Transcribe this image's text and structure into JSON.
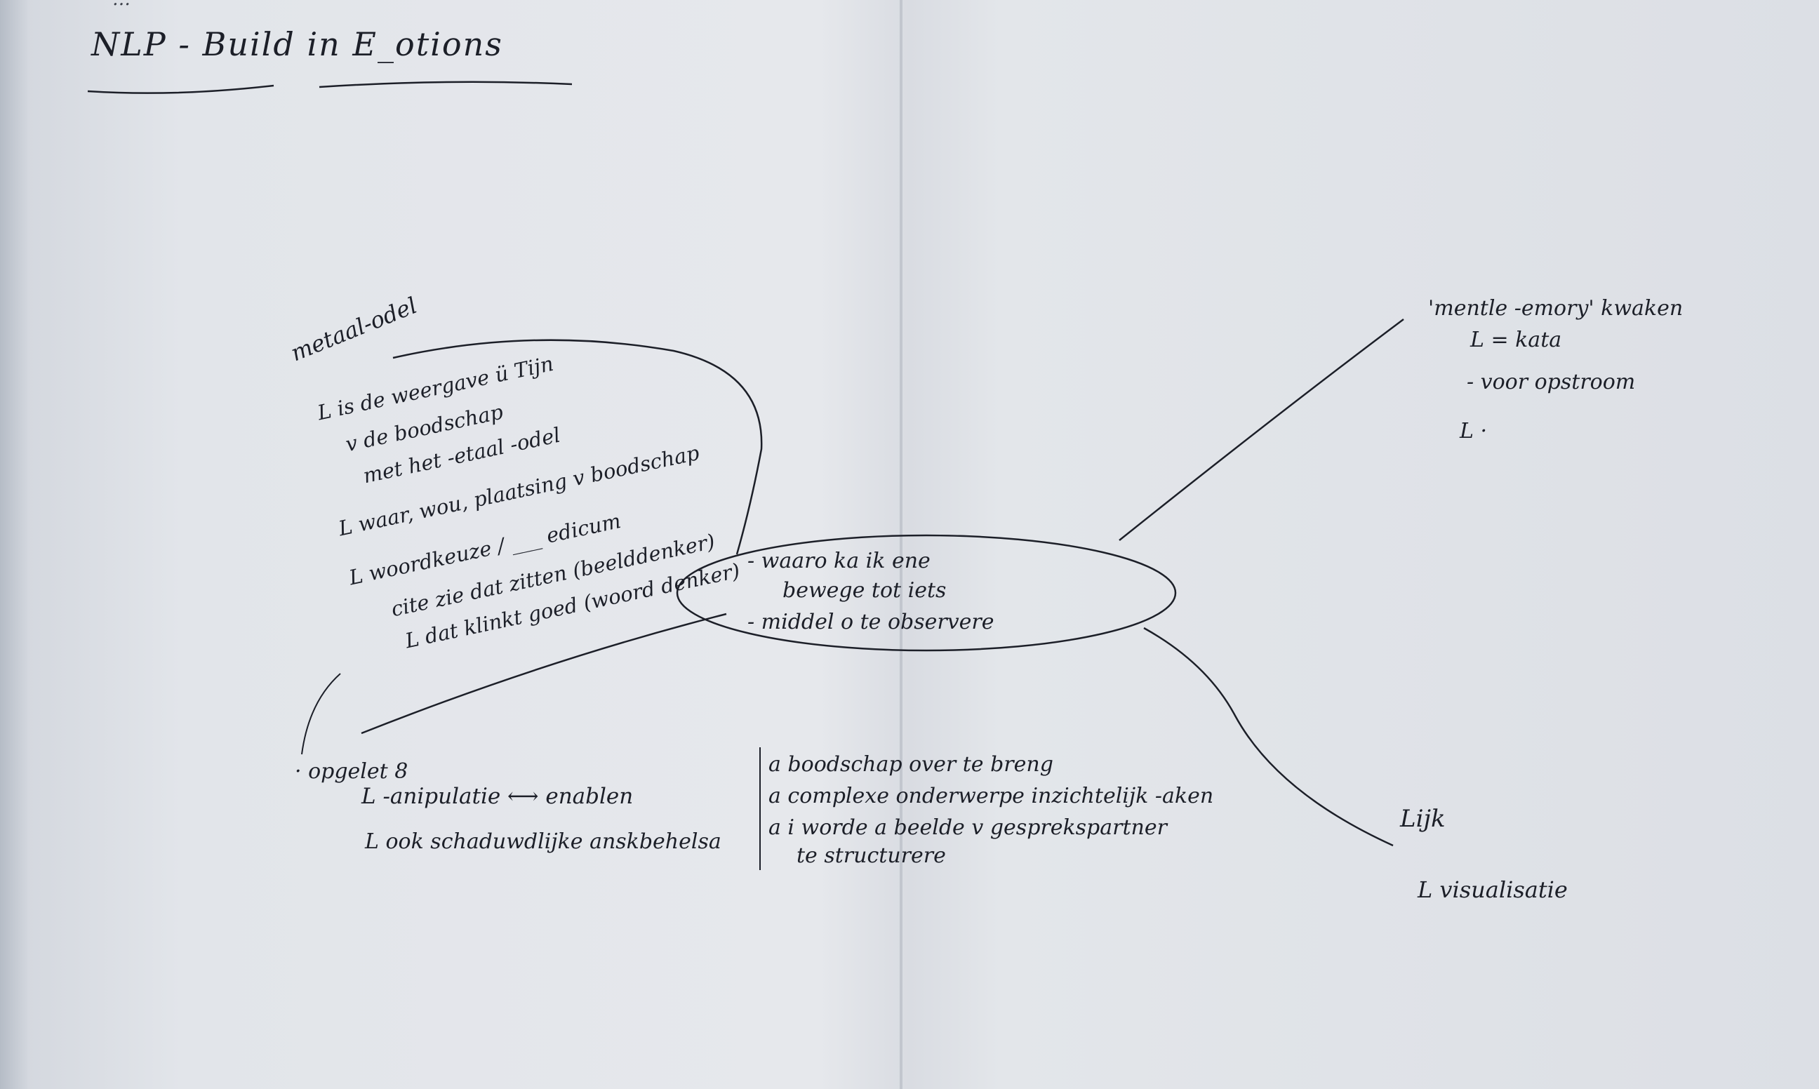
{
  "document": {
    "cut_top_text": "…",
    "title": "NLP - Build in E_otions",
    "center_node": {
      "line1": "- waaro   ka   ik   ene",
      "line2": "bewege tot iets",
      "line3": "- middel o  te  observere"
    },
    "top_left_branch": {
      "heading": "metaal-odel",
      "line1": "L is de weergave   ü  Tijn",
      "line2": "v de boodschap",
      "line3": "met het -etaal -odel",
      "line4": "L waar, wou, plaatsing v boodschap",
      "line5": "L woordkeuze / ___ edicum",
      "line6": "cite zie dat zitten (beelddenker)",
      "line7": "L dat klinkt goed (woord denker)"
    },
    "bottom_left_branch": {
      "line1": "· opgelet 8",
      "line2": "L -anipulatie  ⟷  enablen",
      "line3": "L ook schaduwdlijke anskbehelsa"
    },
    "bottom_center_list": {
      "item1": "a boodschap over te breng",
      "item2": "a complexe onderwerpe inzichtelijk -aken",
      "item3": "a i worde a beelde v gesprekspartner",
      "item4": "te structurere"
    },
    "right_top_branch": {
      "line1": "'mentle -emory' kwaken",
      "line2": "L = kata",
      "line3": "- voor opstroom",
      "line4": "L ·"
    },
    "right_bottom_branch": {
      "line1": "Lijk",
      "line2": "L visualisatie"
    }
  },
  "colors": {
    "ink": "#1c1f28",
    "paper": "#e4e6ea"
  }
}
